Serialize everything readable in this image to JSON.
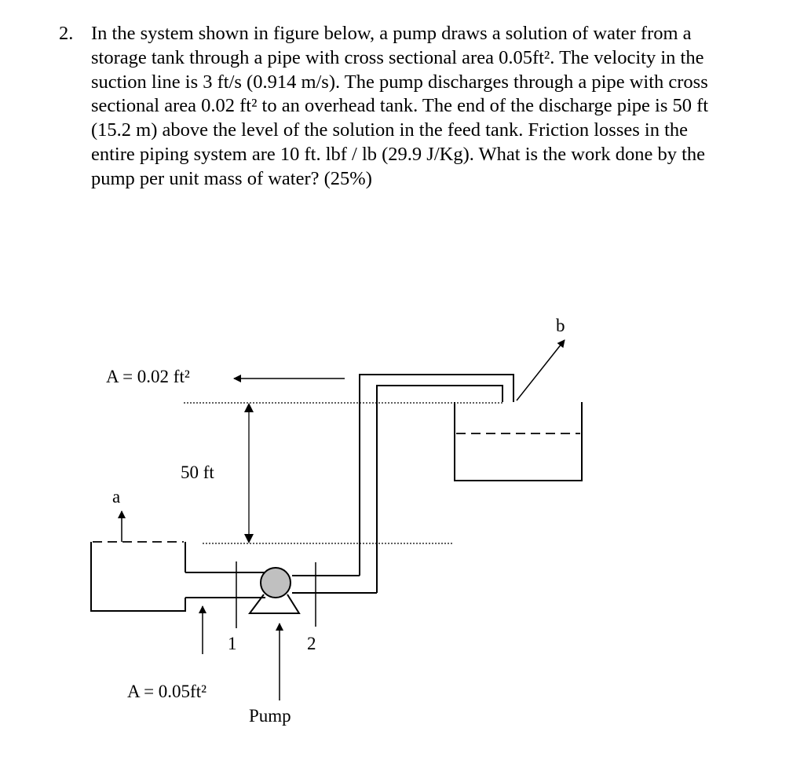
{
  "problem": {
    "number": "2.",
    "lines": [
      "In the system shown in figure below, a pump draws a solution of water from a",
      "storage tank through a pipe with cross sectional area 0.05ft². The velocity in the",
      "suction line is 3 ft/s (0.914 m/s). The pump discharges through a pipe with cross",
      "sectional area 0.02 ft² to an overhead tank. The end of the discharge pipe is 50 ft",
      "(15.2 m) above the level of the solution in the feed tank. Friction losses in the",
      "entire piping system are 10 ft. lbf / lb (29.9 J/Kg).  What is the work done by the",
      "pump per unit mass of water? (25%)"
    ]
  },
  "figure": {
    "label_b": "b",
    "label_a": "a",
    "area_discharge_label": "A = 0.02 ft²",
    "height_label": "50 ft",
    "point_1": "1",
    "point_2": "2",
    "area_suction_label": "A = 0.05ft²",
    "pump_label": "Pump",
    "colors": {
      "ink": "#000000",
      "pump_fill": "#c0c0c0"
    }
  }
}
